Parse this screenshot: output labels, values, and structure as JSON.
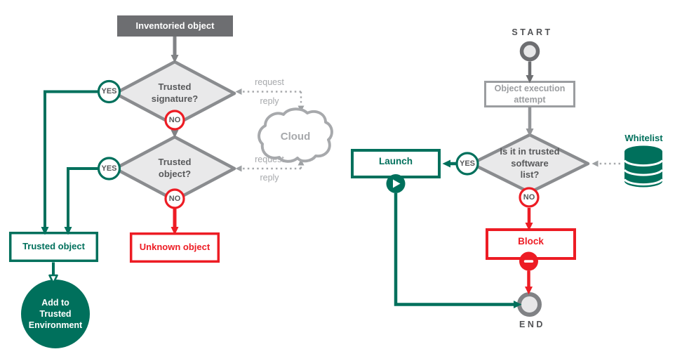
{
  "colors": {
    "teal": "#00705C",
    "red": "#ED1C24",
    "box_dark_gray": "#6D6E71",
    "arrow_gray": "#808285",
    "diamond_border": "#8A8C8F",
    "diamond_fill": "#E9E9EA",
    "light_gray": "#A7A9AC",
    "right_gray": "#9B9DA0",
    "text_dark": "#58595B",
    "node_fill": "#E7E7E8"
  },
  "left": {
    "inventoried": "Inventoried object",
    "diamond_signature": "Trusted\nsignature?",
    "diamond_object": "Trusted\nobject?",
    "yes": "YES",
    "no": "NO",
    "request": "request",
    "reply": "reply",
    "cloud": "Cloud",
    "trusted": "Trusted object",
    "unknown": "Unknown object",
    "add_to_trusted": "Add to\nTrusted\nEnvironment"
  },
  "right": {
    "start": "START",
    "execution_attempt": "Object execution\nattempt",
    "diamond_whitelist": "Is it in trusted\nsoftware\nlist?",
    "yes": "YES",
    "no": "NO",
    "whitelist": "Whitelist",
    "launch": "Launch",
    "block": "Block",
    "end": "END"
  }
}
